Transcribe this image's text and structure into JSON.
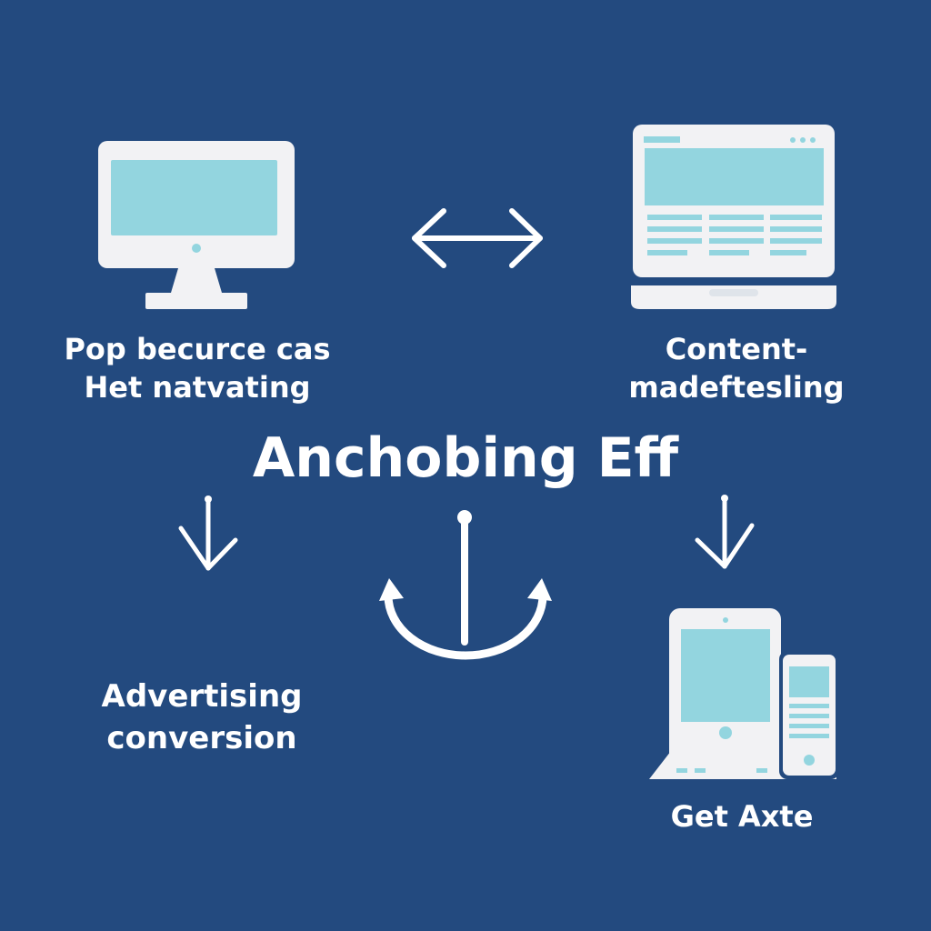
{
  "title": "Anchobing Eff",
  "nodes": {
    "desktop": {
      "line1": "Pop becurce cas",
      "line2": "Het natvating",
      "icon": "desktop-monitor-icon"
    },
    "laptop": {
      "line1": "Content-",
      "line2": "madeftesling",
      "icon": "laptop-icon"
    },
    "advertising": {
      "line1": "Advertising",
      "line2": "conversion"
    },
    "mobile": {
      "line1": "Get Axte",
      "icon": "tablet-phone-icon"
    }
  },
  "colors": {
    "background": "#234a7f",
    "screen": "#93d5df",
    "device": "#f2f2f4",
    "text": "#ffffff"
  }
}
